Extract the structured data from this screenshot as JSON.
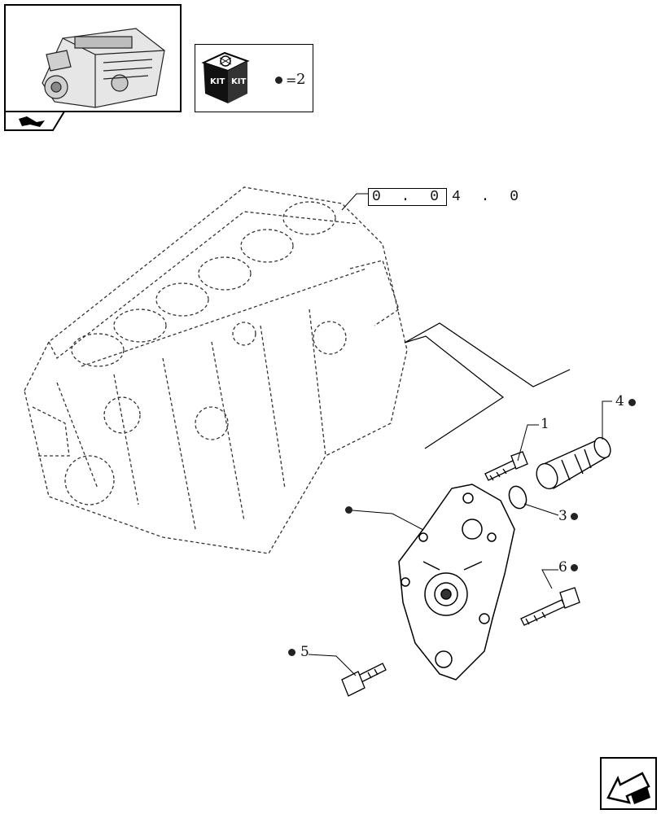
{
  "kit_legend": {
    "logo_text_1": "KIT",
    "logo_text_2": "KIT",
    "equals": "=",
    "value": "2"
  },
  "ref_code": {
    "boxed": "0 . 0",
    "rest": "4 . 0"
  },
  "callouts": {
    "c1": "1",
    "c3": "3",
    "c4": "4",
    "c5": "5",
    "c6": "6"
  },
  "colors": {
    "line": "#000000",
    "dashed": "#333333",
    "dot": "#222222"
  },
  "icons": [
    "engine-thumbnail",
    "back-arrow-icon",
    "kit-box-icon",
    "next-page-arrow-icon"
  ]
}
